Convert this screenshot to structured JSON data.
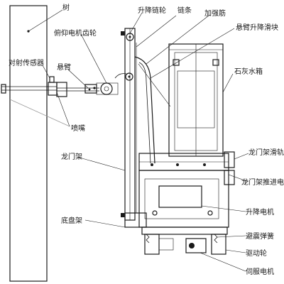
{
  "diagram": {
    "labels": {
      "tree": "树",
      "pitch_motor_gear": "俯仰电机齿轮",
      "lift_sprocket": "升降链轮",
      "chain": "链条",
      "stiffener": "加强筋",
      "cantilever_lift_slider": "悬臂升降滑块",
      "trunk_sensor": "对射传感器",
      "cantilever": "悬臂",
      "lime_tank": "石灰水箱",
      "nozzle": "喷嘴",
      "gantry": "龙门架",
      "gantry_rail": "龙门架滑轨",
      "gantry_push_motor": "龙门架推进电机",
      "lift_motor": "升降电机",
      "chassis": "底盘架",
      "shock_spring": "避震弹簧",
      "drive_wheel": "驱动轮",
      "servo_motor": "伺服电机"
    }
  }
}
